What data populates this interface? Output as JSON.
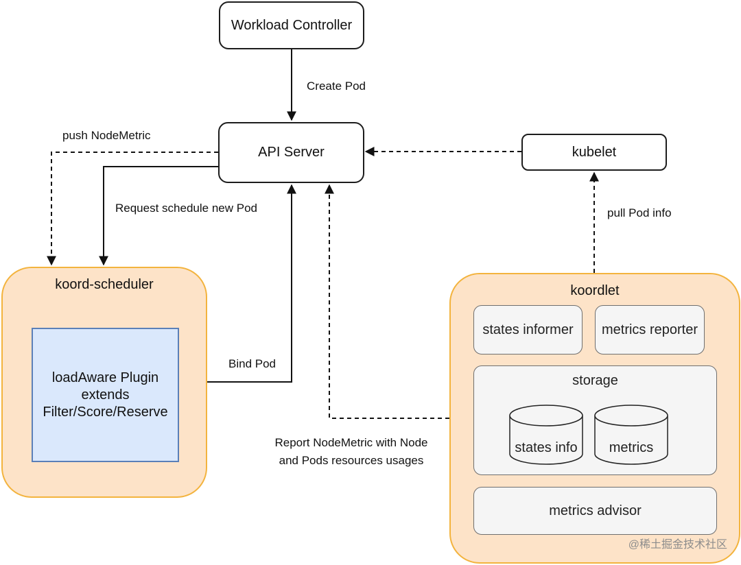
{
  "nodes": {
    "workload_controller": "Workload Controller",
    "api_server": "API Server",
    "kubelet": "kubelet",
    "koord_scheduler": "koord-scheduler",
    "load_aware_plugin": [
      "loadAware Plugin",
      "extends",
      "Filter/Score/Reserve"
    ],
    "koordlet": "koordlet",
    "states_informer": "states informer",
    "metrics_reporter": "metrics reporter",
    "storage": "storage",
    "states_info": "states info",
    "metrics": "metrics",
    "metrics_advisor": "metrics advisor"
  },
  "edges": {
    "create_pod": "Create Pod",
    "push_node_metric": "push NodeMetric",
    "request_schedule": "Request schedule new Pod",
    "bind_pod": "Bind Pod",
    "pull_pod_info": "pull Pod info",
    "report_node_metric": [
      "Report NodeMetric with Node",
      "and Pods resources usages"
    ]
  },
  "watermark": "@稀土掘金技术社区"
}
